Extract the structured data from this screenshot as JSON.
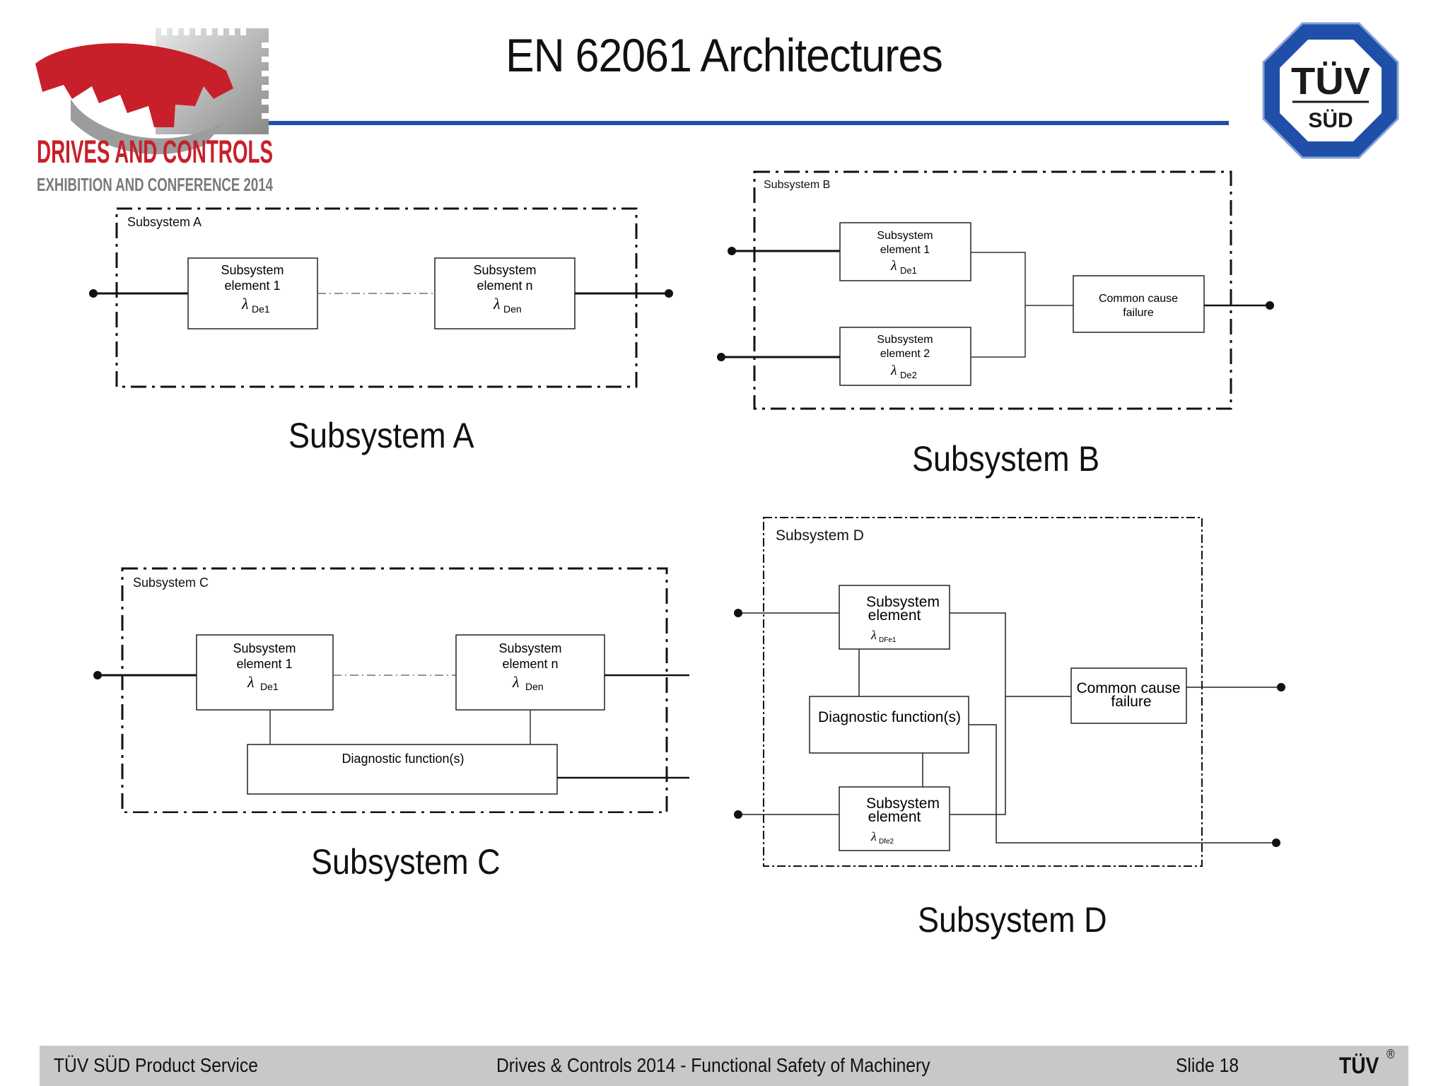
{
  "title": "EN 62061 Architectures",
  "logo": {
    "line1": "DRIVES AND CONTROLS",
    "line2": "EXHIBITION AND CONFERENCE 2014",
    "red": "#c8202a",
    "grey": "#7a7a7a"
  },
  "tuv": {
    "top": "TÜV",
    "bottom": "SÜD",
    "blue": "#1f4fa8"
  },
  "accent": "#1f4fa8",
  "subsystem_a": {
    "frame_label": "Subsystem A",
    "el1_l1": "Subsystem",
    "el1_l2": "element 1",
    "el1_lam": "λ",
    "el1_sub": "De1",
    "eln_l1": "Subsystem",
    "eln_l2": "element n",
    "eln_lam": "λ",
    "eln_sub": "Den",
    "caption": "Subsystem A"
  },
  "subsystem_b": {
    "frame_label": "Subsystem B",
    "el1_l1": "Subsystem",
    "el1_l2": "element 1",
    "el1_lam": "λ",
    "el1_sub": "De1",
    "el2_l1": "Subsystem",
    "el2_l2": "element 2",
    "el2_lam": "λ",
    "el2_sub": "De2",
    "ccf_l1": "Common cause",
    "ccf_l2": "failure",
    "caption": "Subsystem B"
  },
  "subsystem_c": {
    "frame_label": "Subsystem C",
    "el1_l1": "Subsystem",
    "el1_l2": "element 1",
    "el1_lam": "λ",
    "el1_sub": "De1",
    "eln_l1": "Subsystem",
    "eln_l2": "element n",
    "eln_lam": "λ",
    "eln_sub": "Den",
    "diag": "Diagnostic function(s)",
    "caption": "Subsystem C"
  },
  "subsystem_d": {
    "frame_label": "Subsystem D",
    "el1_l1": "Subsystem",
    "el1_l2": "element",
    "el1_lam": "λ",
    "el1_sub": "DFe1",
    "el2_l1": "Subsystem",
    "el2_l2": "element",
    "el2_lam": "λ",
    "el2_sub": "Dfe2",
    "diag": "Diagnostic function(s)",
    "ccf_l1": "Common cause",
    "ccf_l2": "failure",
    "caption": "Subsystem D"
  },
  "footer": {
    "left": "TÜV SÜD Product Service",
    "center": "Drives & Controls 2014 - Functional Safety of Machinery",
    "right": "Slide 18",
    "brand": "TÜV",
    "reg": "®"
  }
}
